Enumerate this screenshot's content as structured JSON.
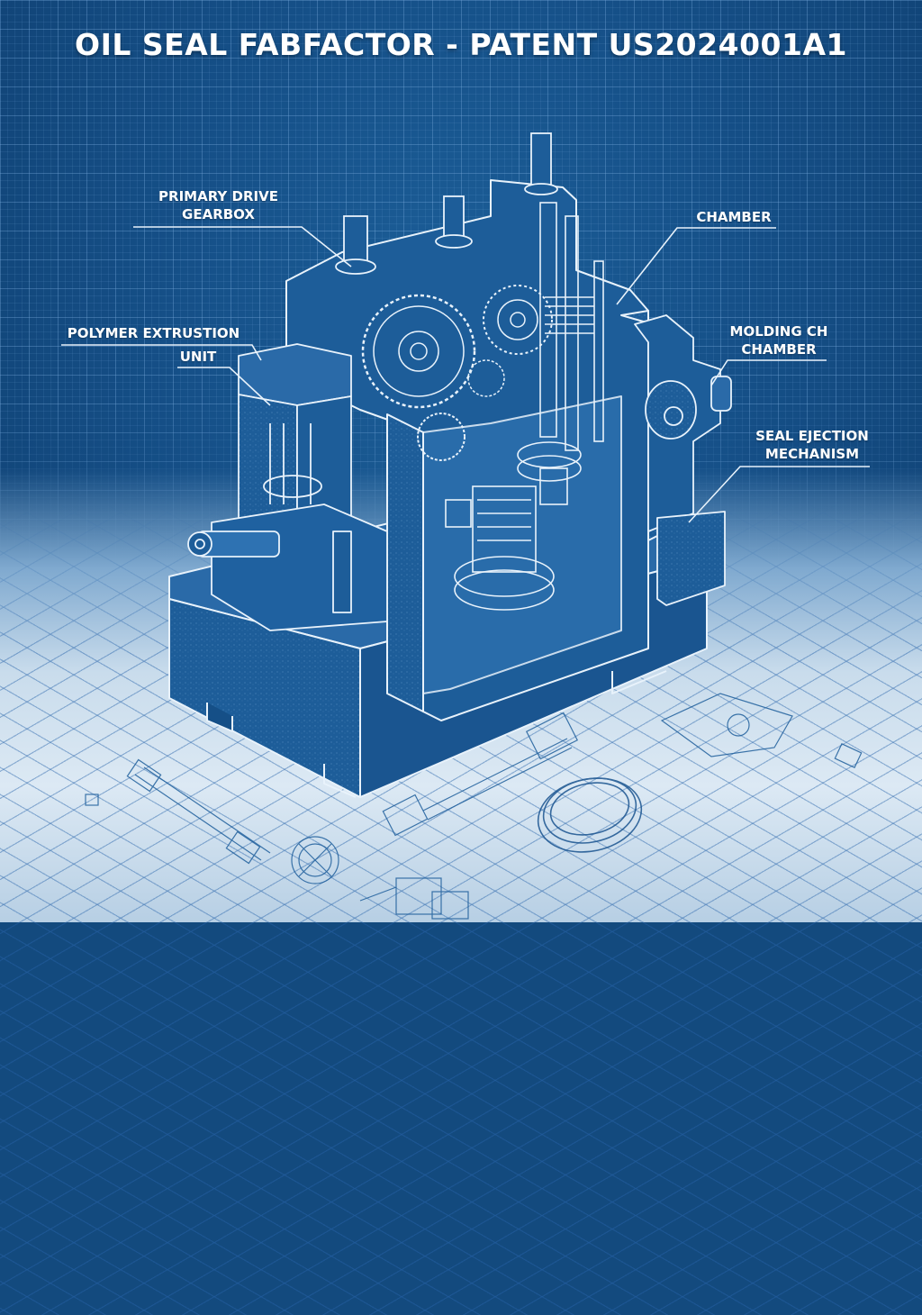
{
  "title": "OIL SEAL FABFACTOR - PATENT US2024001A1",
  "colors": {
    "background_blue": "#154f87",
    "grid_line": "#78aadc",
    "line_art": "#e8f2fb",
    "machine_fill": "#1d5d99",
    "paper_floor": "#dce9f4",
    "label_text": "#ffffff"
  },
  "callouts": [
    {
      "id": "primary-drive-gearbox",
      "lines": [
        "PRIMARY DRIVE",
        "GEARBOX"
      ]
    },
    {
      "id": "polymer-extrusion-unit",
      "lines": [
        "POLYMER EXTRUSTION",
        "UNIT"
      ]
    },
    {
      "id": "chamber",
      "lines": [
        "CHAMBER"
      ]
    },
    {
      "id": "molding-chamber",
      "lines": [
        "MOLDING CH",
        "CHAMBER"
      ]
    },
    {
      "id": "seal-ejection-mechanism",
      "lines": [
        "SEAL EJECTION",
        "MECHANISM"
      ]
    }
  ],
  "illustration": {
    "subject": "oil seal manufacturing machine, isometric cutaway blueprint",
    "components": [
      "gear train",
      "vertical press column",
      "extruder screw",
      "molding chamber",
      "base frame",
      "oil seal ring"
    ]
  }
}
